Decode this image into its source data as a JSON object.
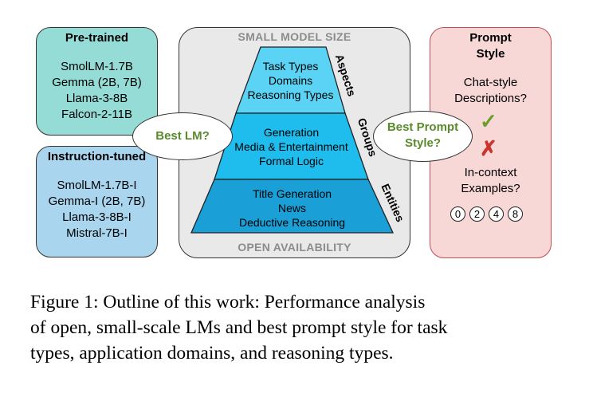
{
  "pretrained": {
    "title": "Pre-trained",
    "models": [
      "SmolLM-1.7B",
      "Gemma (2B, 7B)",
      "Llama-3-8B",
      "Falcon-2-11B"
    ]
  },
  "instruction_tuned": {
    "title": "Instruction-tuned",
    "models": [
      "SmolLM-1.7B-I",
      "Gemma-I (2B, 7B)",
      "Llama-3-8B-I",
      "Mistral-7B-I"
    ]
  },
  "center": {
    "top_label": "SMALL MODEL SIZE",
    "bottom_label": "OPEN AVAILABILITY",
    "tiers": [
      {
        "lines": [
          "Task Types",
          "Domains",
          "Reasoning Types"
        ],
        "side_label": "Aspects"
      },
      {
        "lines": [
          "Generation",
          "Media & Entertainment",
          "Formal Logic"
        ],
        "side_label": "Groups"
      },
      {
        "lines": [
          "Title Generation",
          "News",
          "Deductive Reasoning"
        ],
        "side_label": "Entities"
      }
    ]
  },
  "bubbles": {
    "best_lm": "Best LM?",
    "best_prompt": [
      "Best Prompt",
      "Style?"
    ]
  },
  "prompt_style": {
    "title": [
      "Prompt",
      "Style"
    ],
    "chat_style": [
      "Chat-style",
      "Descriptions?"
    ],
    "in_context": [
      "In-context",
      "Examples?"
    ],
    "check_icon": "✓",
    "cross_icon": "✗",
    "examples": [
      "0",
      "2",
      "4",
      "8"
    ]
  },
  "colors": {
    "tier_top": "#5bd3f5",
    "tier_mid": "#1fbcee",
    "tier_bottom": "#1a9fd6",
    "check": "#6a9e2c",
    "cross": "#c9342c"
  },
  "caption": [
    "Figure 1: Outline of this work: Performance analysis",
    "of open, small-scale LMs and best prompt style for task",
    "types, application domains, and reasoning types."
  ]
}
